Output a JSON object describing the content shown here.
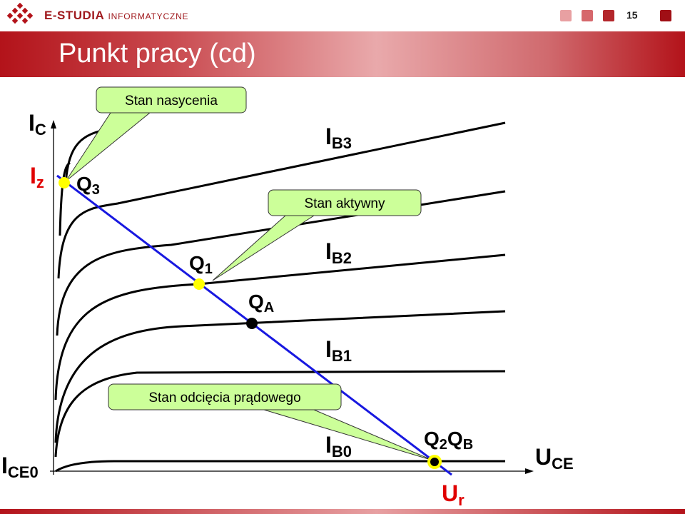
{
  "header": {
    "brand_main": "E-STUDIA",
    "brand_sub": "INFORMATYCZNE",
    "page_number": "15",
    "squares": [
      "#e8a0a2",
      "#d6686c",
      "#b3262b",
      "#a00f15"
    ]
  },
  "slide": {
    "title": "Punkt pracy (cd)"
  },
  "diagram": {
    "axis_y": {
      "main": "I",
      "sub": "C"
    },
    "axis_x": {
      "main": "U",
      "sub": "CE"
    },
    "iz": {
      "main": "I",
      "sub": "z"
    },
    "ur": {
      "main": "U",
      "sub": "r"
    },
    "ice0": {
      "main": "I",
      "sub": "CE0"
    },
    "ib3": {
      "main": "I",
      "sub": "B3"
    },
    "ib2": {
      "main": "I",
      "sub": "B2"
    },
    "ib1": {
      "main": "I",
      "sub": "B1"
    },
    "ib0": {
      "main": "I",
      "sub": "B0"
    },
    "q3": {
      "main": "Q",
      "sub": "3"
    },
    "q1": {
      "main": "Q",
      "sub": "1"
    },
    "qa": {
      "main": "Q",
      "sub": "A"
    },
    "q2qb": {
      "q": "Q",
      "sub2": "2",
      "q2": "Q",
      "subb": "B"
    },
    "callouts": {
      "saturation": "Stan nasycenia",
      "active": "Stan aktywny",
      "cutoff": "Stan odcięcia prądowego"
    },
    "colors": {
      "load_line": "#1818e0",
      "highlight_text": "#e00000",
      "point_fill": "#ffff00",
      "callout_fill": "#ccff99"
    }
  }
}
